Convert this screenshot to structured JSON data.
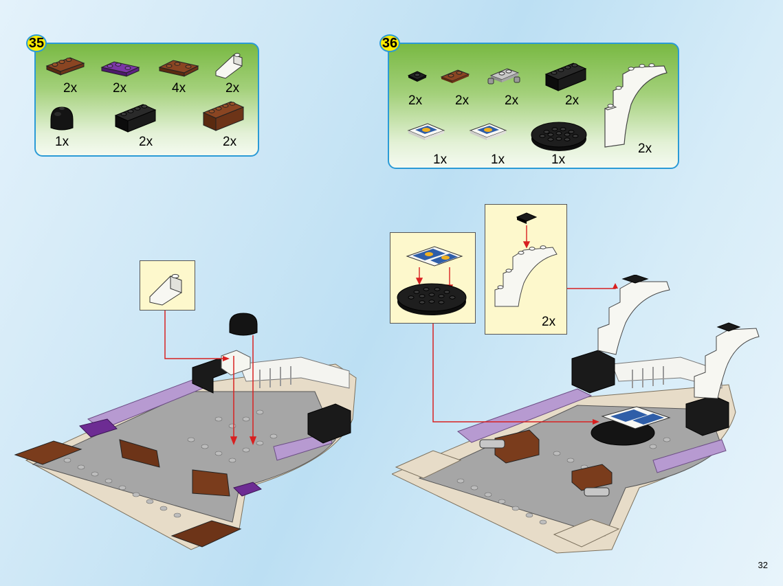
{
  "steps": [
    {
      "number": "35",
      "parts": [
        {
          "name": "brown-plate-2x4-icon",
          "qty": "2x",
          "color": "#7a3c1c"
        },
        {
          "name": "purple-corner-plate-icon",
          "qty": "2x",
          "color": "#6d2c93"
        },
        {
          "name": "brown-corner-plate-icon",
          "qty": "4x",
          "color": "#7a3c1c"
        },
        {
          "name": "white-slope-icon",
          "qty": "2x",
          "color": "#f5f5f0"
        },
        {
          "name": "black-dome-icon",
          "qty": "1x",
          "color": "#111111"
        },
        {
          "name": "black-brick-2x4-icon",
          "qty": "2x",
          "color": "#111111"
        },
        {
          "name": "brown-brick-2x4-icon",
          "qty": "2x",
          "color": "#7a3c1c"
        }
      ]
    },
    {
      "number": "36",
      "parts": [
        {
          "name": "black-plate-1x1-icon",
          "qty": "2x",
          "color": "#111111"
        },
        {
          "name": "brown-plate-1x2-icon",
          "qty": "2x",
          "color": "#7a3c1c"
        },
        {
          "name": "grey-clip-plate-icon",
          "qty": "2x",
          "color": "#b5b5b5"
        },
        {
          "name": "black-brick-2x4-icon",
          "qty": "2x",
          "color": "#111111"
        },
        {
          "name": "white-arch-icon",
          "qty": "2x",
          "color": "#f5f5f0"
        },
        {
          "name": "printed-tile-icon",
          "qty": "1x",
          "color": "#f5f5f0"
        },
        {
          "name": "printed-tile-icon",
          "qty": "1x",
          "color": "#f5f5f0"
        },
        {
          "name": "black-round-plate-icon",
          "qty": "1x",
          "color": "#111111"
        }
      ]
    }
  ],
  "callouts": {
    "left_slope": {
      "name": "white-slope-icon"
    },
    "right_tiles": {
      "name": "tiles-on-round-plate-icon"
    },
    "right_arch": {
      "qty": "2x"
    }
  },
  "colors": {
    "accent_border": "#2a9ad6",
    "step_number_bg": "#ffec00",
    "arrow": "#d82020",
    "callout_bg": "#fdf8cc"
  },
  "page_number": "32"
}
